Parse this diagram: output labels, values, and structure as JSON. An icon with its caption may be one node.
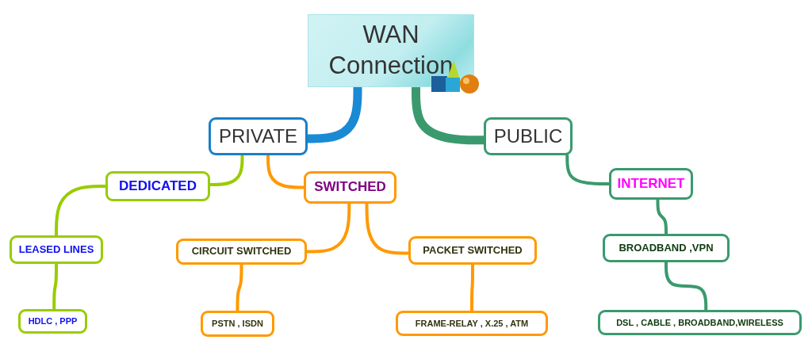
{
  "diagram": {
    "nodes": [
      {
        "text": [
          "WAN Connection"
        ]
      },
      {
        "text": [
          "PRIVATE"
        ]
      },
      {
        "text": [
          "PUBLIC"
        ]
      },
      {
        "text": [
          "DEDICATED"
        ]
      },
      {
        "text": [
          "SWITCHED"
        ]
      },
      {
        "text": [
          "INTERNET"
        ]
      },
      {
        "text": [
          "LEASED LINES"
        ]
      },
      {
        "text": [
          "CIRCUIT SWITCHED"
        ]
      },
      {
        "text": [
          "PACKET SWITCHED"
        ]
      },
      {
        "text": [
          "BROADBAND ,VPN"
        ]
      },
      {
        "text": [
          "HDLC , PPP"
        ]
      },
      {
        "text": [
          "PSTN , ISDN"
        ]
      },
      {
        "text": [
          "FRAME-RELAY , X.25 , ATM"
        ]
      },
      {
        "text": [
          "DSL , CABLE , BROADBAND,WIRELESS"
        ]
      }
    ],
    "edges": [
      {
        "from": 0,
        "to": 1,
        "arrow": "none",
        "style": "thick",
        "color": "#1a8ad4"
      },
      {
        "from": 0,
        "to": 2,
        "arrow": "none",
        "style": "thick",
        "color": "#3a9a6e"
      },
      {
        "from": 1,
        "to": 3,
        "arrow": "none",
        "color": "#99cc00"
      },
      {
        "from": 1,
        "to": 4,
        "arrow": "none",
        "color": "#ff9900"
      },
      {
        "from": 2,
        "to": 5,
        "arrow": "none",
        "color": "#3a9a6e"
      },
      {
        "from": 3,
        "to": 6,
        "arrow": "none",
        "color": "#99cc00"
      },
      {
        "from": 4,
        "to": 7,
        "arrow": "none",
        "color": "#ff9900"
      },
      {
        "from": 4,
        "to": 8,
        "arrow": "none",
        "color": "#ff9900"
      },
      {
        "from": 5,
        "to": 9,
        "arrow": "none",
        "color": "#3a9a6e"
      },
      {
        "from": 6,
        "to": 10,
        "arrow": "none",
        "color": "#99cc00"
      },
      {
        "from": 7,
        "to": 11,
        "arrow": "none",
        "color": "#ff9900"
      },
      {
        "from": 8,
        "to": 12,
        "arrow": "none",
        "color": "#ff9900"
      },
      {
        "from": 9,
        "to": 13,
        "arrow": "none",
        "color": "#3a9a6e"
      }
    ]
  }
}
